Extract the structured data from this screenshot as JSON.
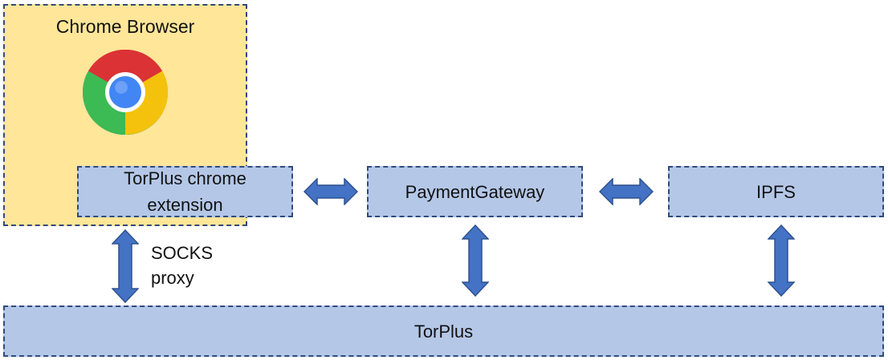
{
  "nodes": {
    "browser": "Chrome Browser",
    "extension_line1": "TorPlus chrome",
    "extension_line2": "extension",
    "gateway": "PaymentGateway",
    "ipfs": "IPFS",
    "torplus": "TorPlus"
  },
  "edges": {
    "socks_line1": "SOCKS",
    "socks_line2": "proxy"
  },
  "colors": {
    "browser_fill": "#ffe699",
    "node_fill": "#b4c7e7",
    "arrow_fill": "#4472c4",
    "arrow_stroke": "#2f528f"
  }
}
